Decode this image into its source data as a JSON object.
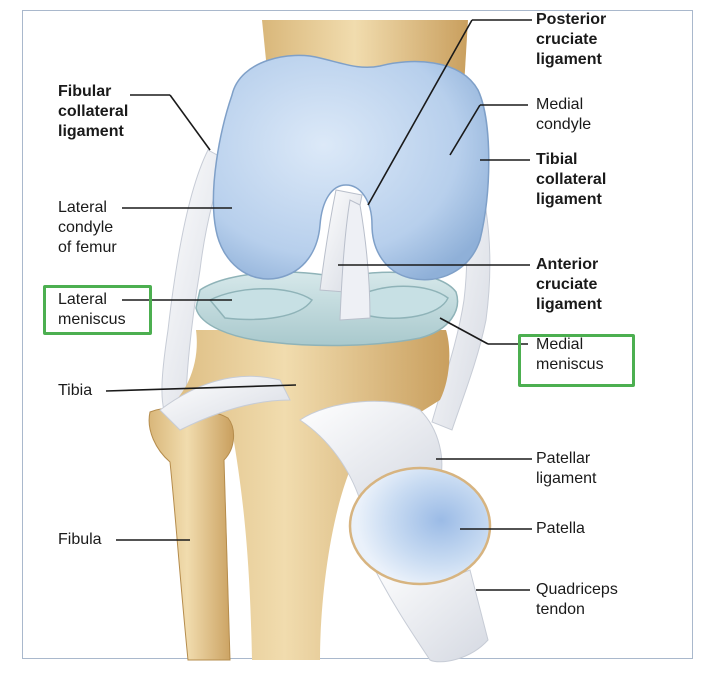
{
  "labels": {
    "fibular_collateral": [
      "Fibular",
      "collateral",
      "ligament"
    ],
    "lateral_condyle": [
      "Lateral",
      "condyle",
      "of femur"
    ],
    "lateral_meniscus": [
      "Lateral",
      "meniscus"
    ],
    "tibia": "Tibia",
    "fibula": "Fibula",
    "posterior_cruciate": [
      "Posterior",
      "cruciate",
      "ligament"
    ],
    "medial_condyle": [
      "Medial",
      "condyle"
    ],
    "tibial_collateral": [
      "Tibial",
      "collateral",
      "ligament"
    ],
    "anterior_cruciate": [
      "Anterior",
      "cruciate",
      "ligament"
    ],
    "medial_meniscus": [
      "Medial",
      "meniscus"
    ],
    "patellar_ligament": [
      "Patellar",
      "ligament"
    ],
    "patella": "Patella",
    "quadriceps_tendon": [
      "Quadriceps",
      "tendon"
    ]
  },
  "colors": {
    "highlight_box": "#4caf50",
    "bone": "#e6c98e",
    "cartilage": "#b9d3ee",
    "leader_line": "#1a1a1a",
    "frame_border": "#a9b8cc"
  }
}
